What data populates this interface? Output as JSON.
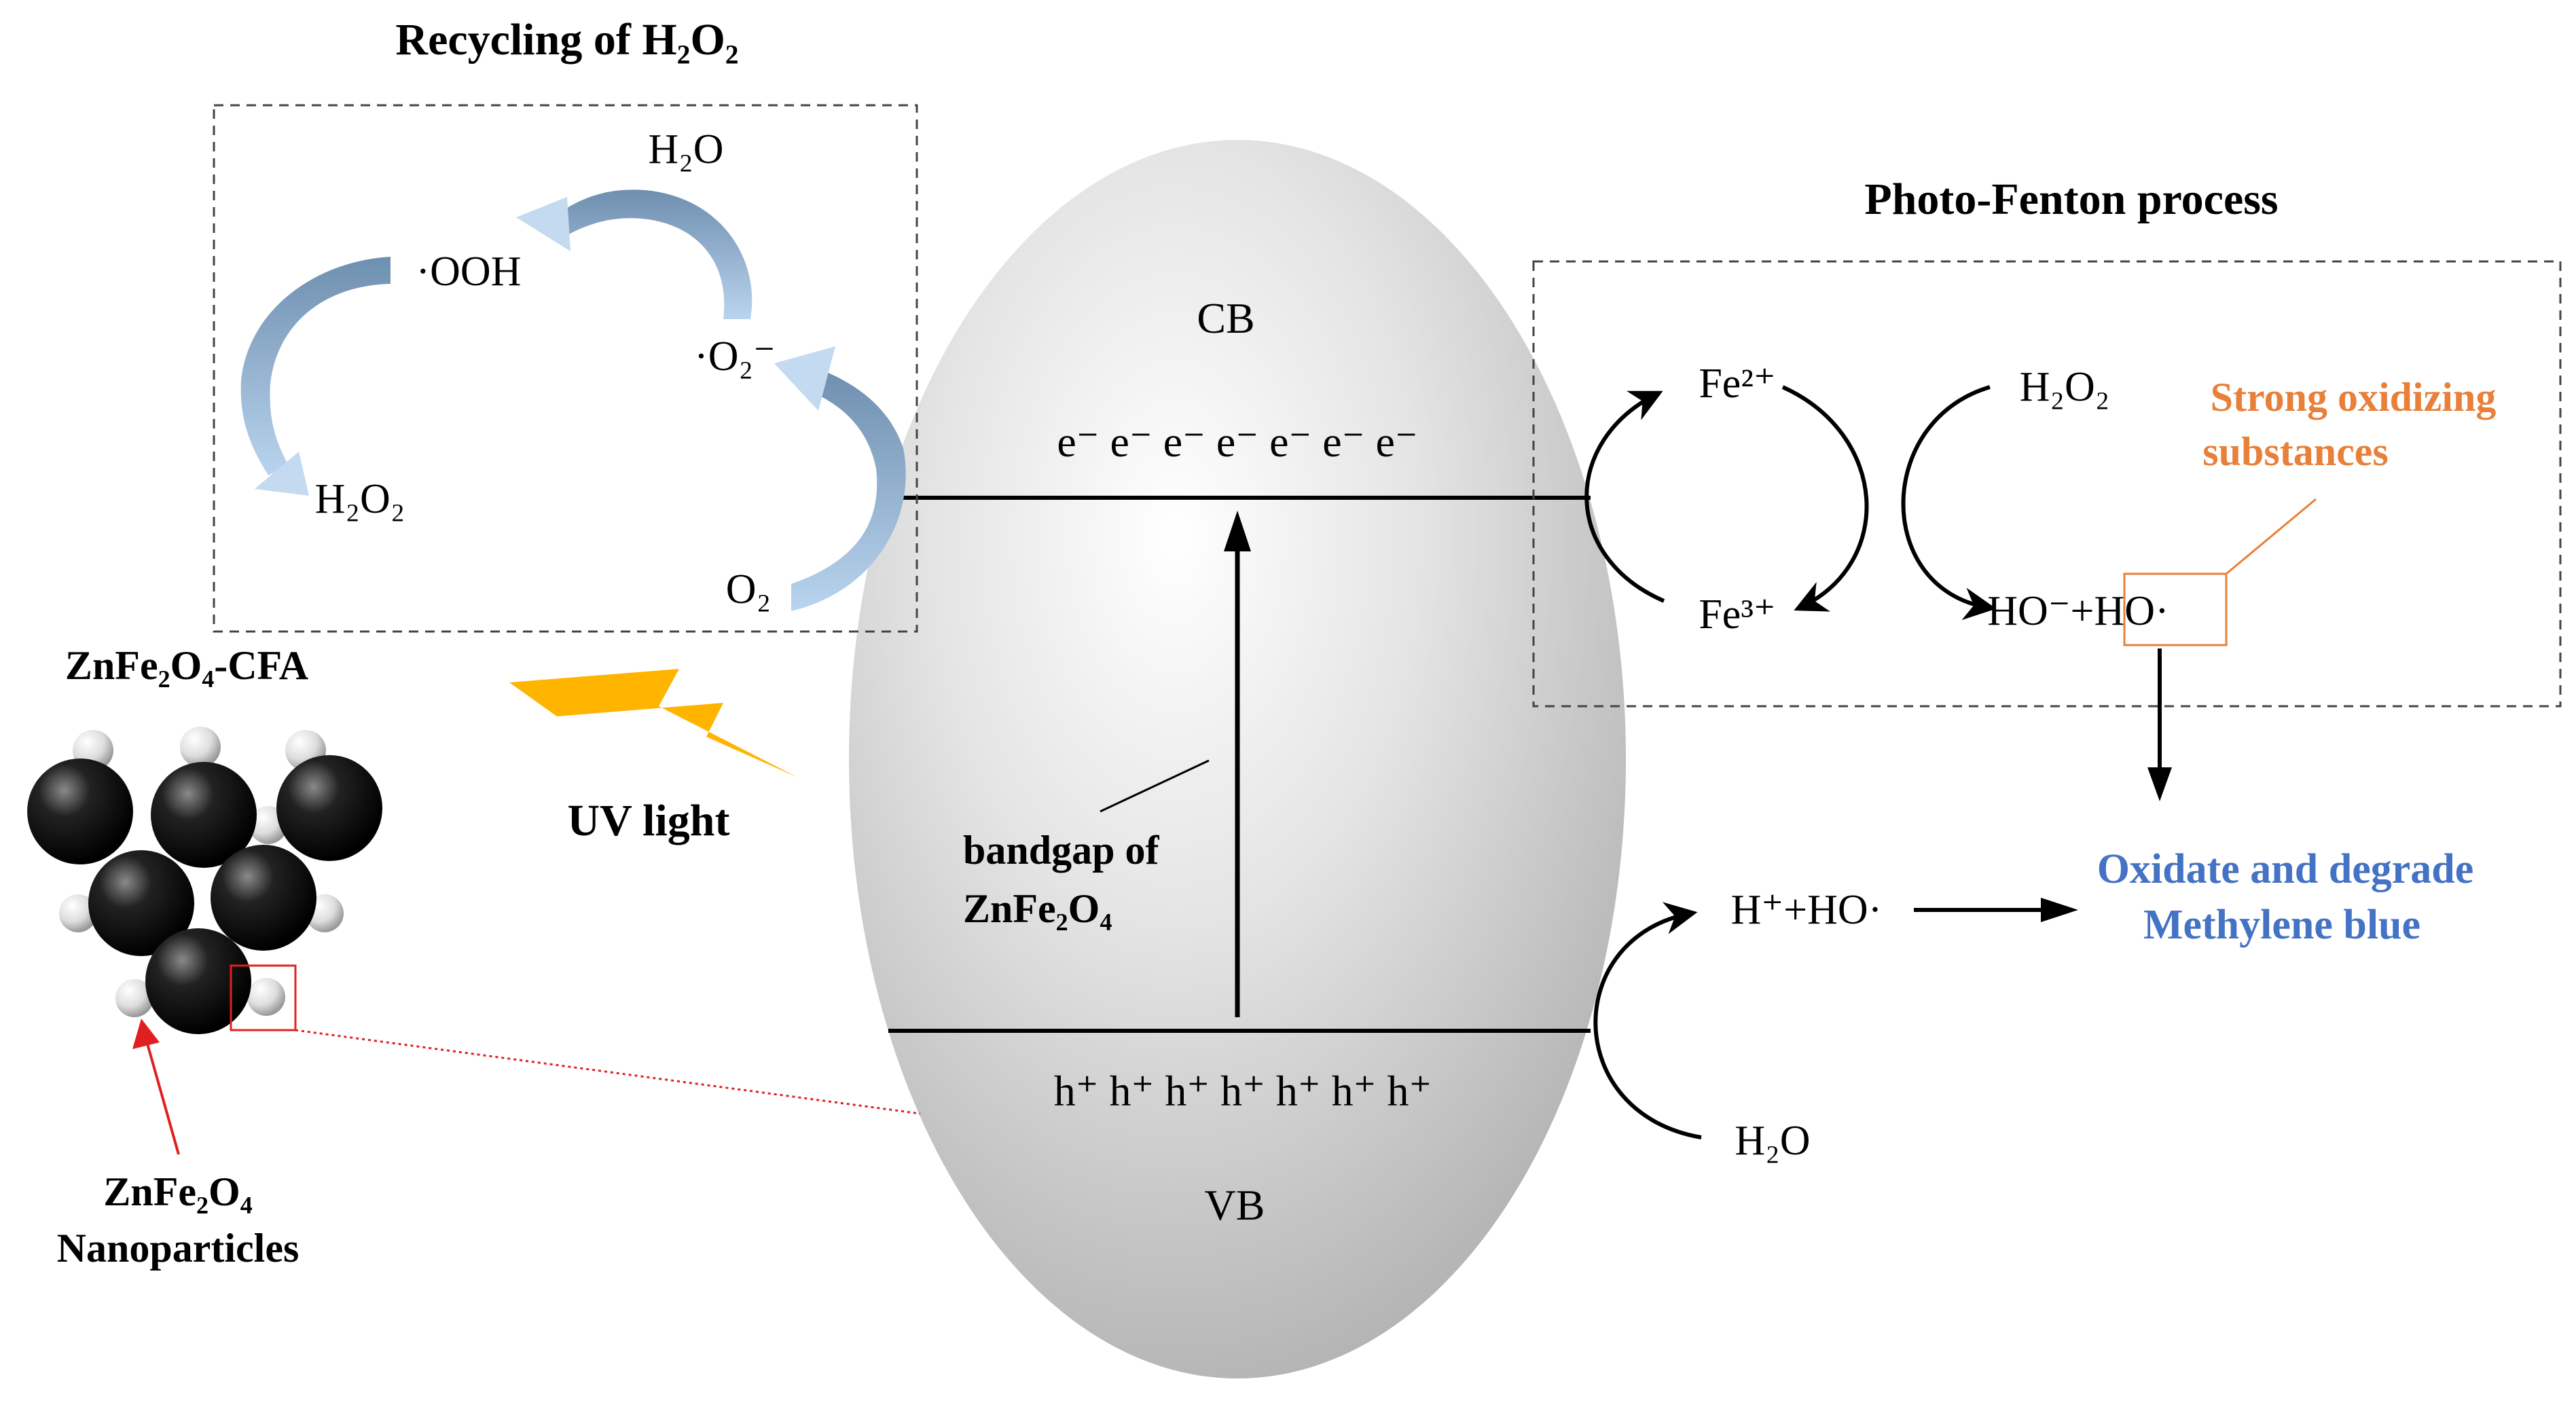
{
  "recycling": {
    "title": "Recycling of H₂O₂",
    "h2o": "H₂O",
    "ooh": "·OOH",
    "o2_radical": "·O₂⁻",
    "h2o2": "H₂O₂",
    "o2": "O₂"
  },
  "band": {
    "cb": "CB",
    "vb": "VB",
    "electrons": "e⁻ e⁻ e⁻ e⁻ e⁻ e⁻ e⁻",
    "holes": "h⁺ h⁺ h⁺ h⁺ h⁺ h⁺ h⁺",
    "bandgap_line1": "bandgap  of",
    "bandgap_line2": "ZnFe₂O₄"
  },
  "photo_fenton": {
    "title": "Photo-Fenton process",
    "fe2": "Fe²⁺",
    "fe3": "Fe³⁺",
    "h2o2": "H₂O₂",
    "products": "HO⁻+HO·",
    "strong_line1": "Strong  oxidizing",
    "strong_line2": "substances"
  },
  "water_path": {
    "product": "H⁺+HO·",
    "h2o": "H₂O"
  },
  "outcome": {
    "line1": "Oxidate  and  degrade",
    "line2": "Methylene  blue"
  },
  "material": {
    "title": "ZnFe₂O₄-CFA",
    "uv": "UV light",
    "np_line1": "ZnFe₂O₄",
    "np_line2": "Nanoparticles"
  },
  "colors": {
    "orange": "#e8803a",
    "blue": "#4472c4",
    "red": "#e02020",
    "lightning": "#ffb400"
  }
}
